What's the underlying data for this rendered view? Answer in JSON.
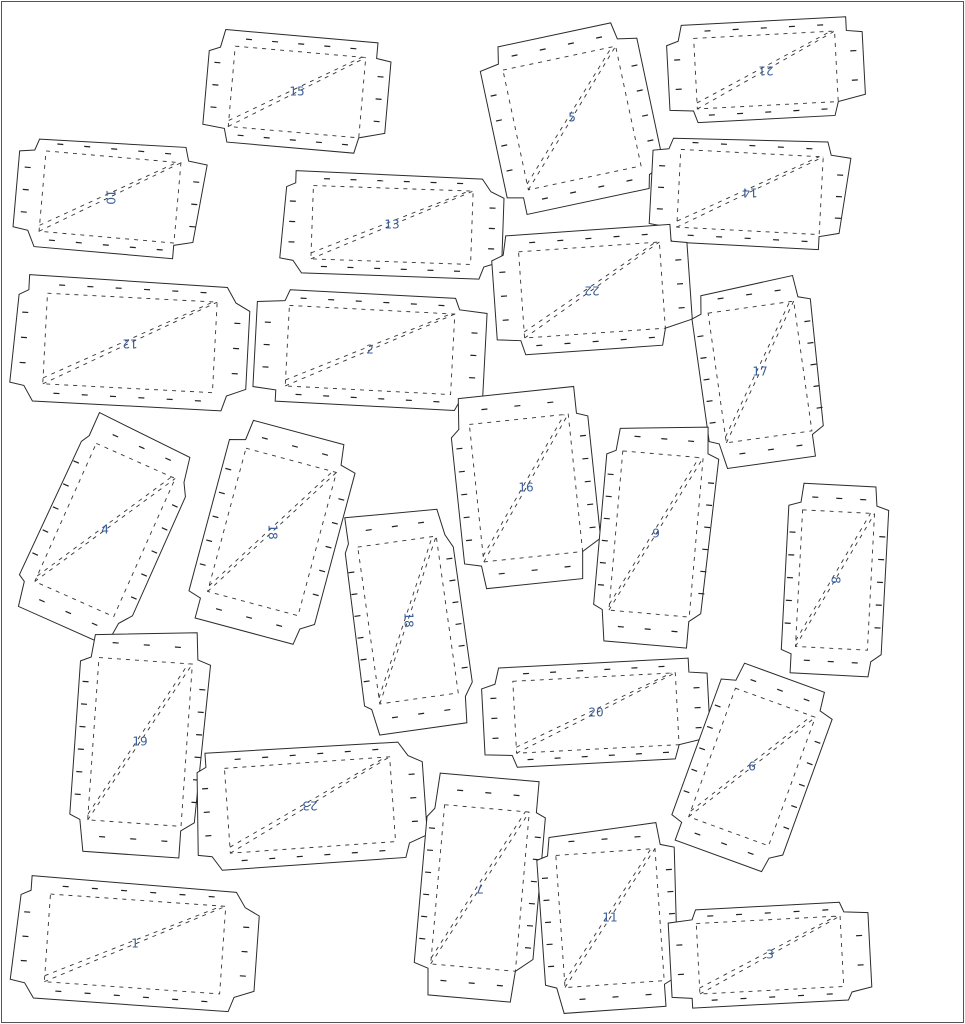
{
  "sheet": {
    "colors": {
      "outline": "#2b2b2b",
      "fold": "#333333",
      "label": "#3a5f9a",
      "background": "#ffffff"
    }
  },
  "pieces": [
    {
      "id": "15",
      "label": "15"
    },
    {
      "id": "10",
      "label": "10"
    },
    {
      "id": "13",
      "label": "13"
    },
    {
      "id": "5",
      "label": "5"
    },
    {
      "id": "21",
      "label": "21"
    },
    {
      "id": "14",
      "label": "14"
    },
    {
      "id": "12",
      "label": "12"
    },
    {
      "id": "2",
      "label": "2"
    },
    {
      "id": "22",
      "label": "22"
    },
    {
      "id": "17",
      "label": "17"
    },
    {
      "id": "4",
      "label": "4"
    },
    {
      "id": "18a",
      "label": "18"
    },
    {
      "id": "16",
      "label": "16"
    },
    {
      "id": "9",
      "label": "9"
    },
    {
      "id": "18b",
      "label": "18"
    },
    {
      "id": "8",
      "label": "8"
    },
    {
      "id": "20",
      "label": "20"
    },
    {
      "id": "19",
      "label": "19"
    },
    {
      "id": "23",
      "label": "23"
    },
    {
      "id": "6",
      "label": "6"
    },
    {
      "id": "7",
      "label": "7"
    },
    {
      "id": "11",
      "label": "11"
    },
    {
      "id": "1",
      "label": "1"
    },
    {
      "id": "3",
      "label": "3"
    }
  ]
}
